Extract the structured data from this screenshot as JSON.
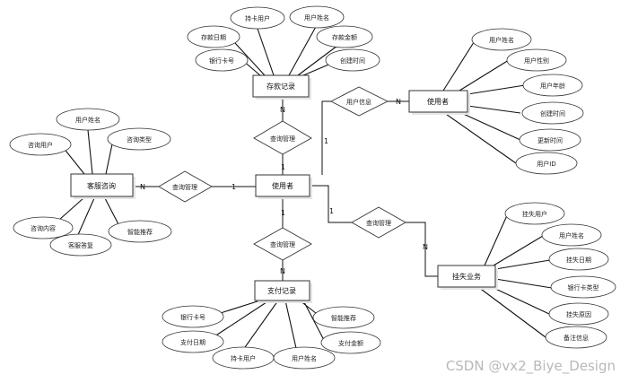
{
  "entities": {
    "deposit_record": "存款记录",
    "user_top": "使用者",
    "user_center": "使用者",
    "customer_service": "客服咨询",
    "payment_record": "支付记录",
    "loss_report": "挂失业务"
  },
  "relations": {
    "user_info": "用户信息",
    "query_manage_top": "查询管理",
    "query_manage_left": "查询管理",
    "query_manage_bottom": "查询管理",
    "query_manage_right": "查询管理"
  },
  "attributes": {
    "deposit": [
      "持卡用户",
      "用户姓名",
      "存款日期",
      "存款金额",
      "银行卡号",
      "创建时间"
    ],
    "user": [
      "用户姓名",
      "用户性别",
      "用户年龄",
      "创建时间",
      "更新时间",
      "用户ID"
    ],
    "service": [
      "用户姓名",
      "咨询用户",
      "咨询类型",
      "咨询内容",
      "客服答复",
      "智能推荐"
    ],
    "payment": [
      "银行卡号",
      "智能推荐",
      "支付日期",
      "支付金额",
      "持卡用户",
      "用户姓名"
    ],
    "loss": [
      "挂失用户",
      "用户姓名",
      "挂失日期",
      "银行卡类型",
      "挂失原因",
      "备注信息"
    ]
  },
  "cardinality": {
    "user_info_left": "1",
    "user_info_right": "N",
    "deposit_n": "N",
    "top_1": "1",
    "left_n": "N",
    "left_1": "1",
    "bottom_1": "1",
    "bottom_n": "N",
    "center_right_1": "1",
    "loss_n": "N"
  },
  "watermark": "CSDN @vx2_Biye_Design"
}
